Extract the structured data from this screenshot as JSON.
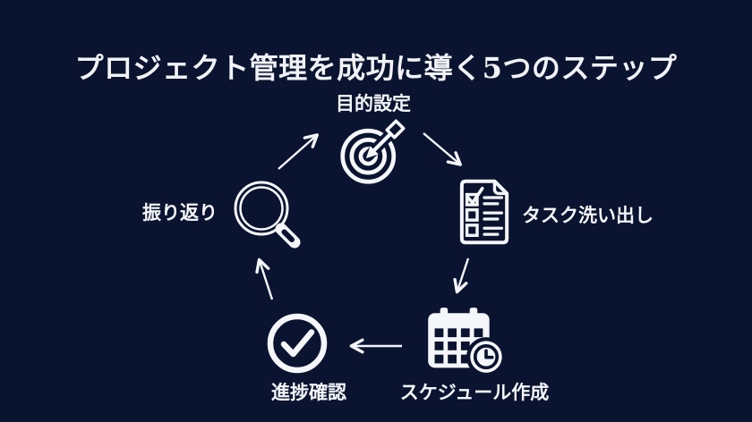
{
  "title": "プロジェクト管理を成功に導く5つのステップ",
  "colors": {
    "background": "#0a1430",
    "foreground": "#f4f6f9"
  },
  "steps": [
    {
      "label": "目的設定",
      "icon": "target-dart-icon",
      "position": "top"
    },
    {
      "label": "タスク洗い出し",
      "icon": "checklist-icon",
      "position": "right"
    },
    {
      "label": "スケジュール作成",
      "icon": "calendar-clock-icon",
      "position": "bottom-right"
    },
    {
      "label": "進捗確認",
      "icon": "check-circle-icon",
      "position": "bottom-left"
    },
    {
      "label": "振り返り",
      "icon": "magnifying-glass-icon",
      "position": "left"
    }
  ],
  "arrows": [
    {
      "from": "振り返り",
      "to": "目的設定"
    },
    {
      "from": "目的設定",
      "to": "タスク洗い出し"
    },
    {
      "from": "タスク洗い出し",
      "to": "スケジュール作成"
    },
    {
      "from": "スケジュール作成",
      "to": "進捗確認"
    },
    {
      "from": "進捗確認",
      "to": "振り返り"
    }
  ]
}
